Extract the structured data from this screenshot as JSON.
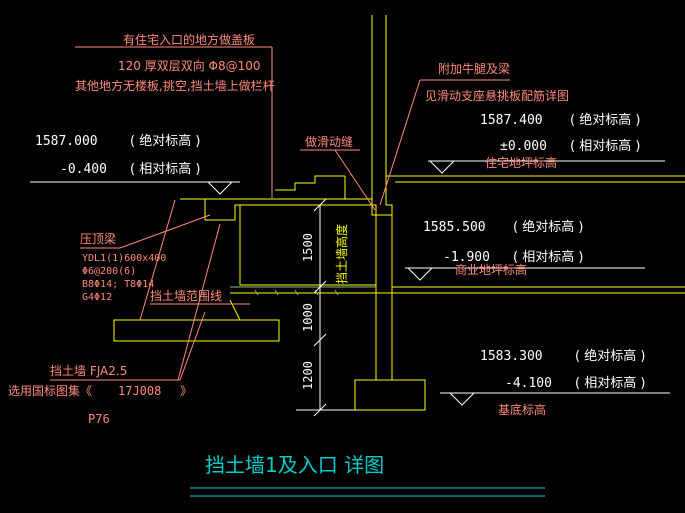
{
  "colors": {
    "background": "#000000",
    "annotation": "#ff8a7a",
    "structure": "#ffff00",
    "elevation_text": "#ffffff",
    "dimension": "#ffffff",
    "title": "#00cccc",
    "ground": "#7fbf7f",
    "wall_outline": "#ffffff"
  },
  "annotations": {
    "entrance_floor_note": "有住宅入口的地方做盖板",
    "slab_spec": "120  厚双层双向    Φ8@100",
    "other_note": "其他地方无楼板,挑空,挡土墙上做栏杆",
    "corbel_note_1": "附加牛腿及梁",
    "corbel_note_2": "见滑动支座悬挑板配筋详图",
    "sliding_joint": "做滑动缝",
    "crown_beam": "压顶梁",
    "beam_spec_1": "YDL1(1)600x400",
    "beam_spec_2": "Φ6@200(6)",
    "beam_spec_3": "B8Φ14; T8Φ14",
    "beam_spec_4": "G4Φ12",
    "wall_boundary": "挡土墙范围线",
    "wall_type": "挡土墙  FJA2.5",
    "atlas_ref_prefix": "选用国标图集《",
    "atlas_ref_code": "17J008",
    "atlas_ref_suffix": "》",
    "page_ref": "P76",
    "wall_height_label": "挡土墙高度"
  },
  "elevations": {
    "left": {
      "absolute": "1587.000",
      "abs_label": "( 绝对标高 )",
      "relative": "-0.400",
      "rel_label": "( 相对标高 )"
    },
    "residential": {
      "absolute": "1587.400",
      "abs_label": "( 绝对标高 )",
      "relative": "±0.000",
      "rel_label": "( 相对标高 )",
      "name": "住宅地坪标高"
    },
    "commercial": {
      "absolute": "1585.500",
      "abs_label": "( 绝对标高 )",
      "relative": "-1.900",
      "rel_label": "( 相对标高 )",
      "name": "商业地坪标高"
    },
    "foundation": {
      "absolute": "1583.300",
      "abs_label": "( 绝对标高 )",
      "relative": "-4.100",
      "rel_label": "( 相对标高 )",
      "name": "基底标高"
    }
  },
  "dimensions": [
    "1500",
    "1000",
    "1200"
  ],
  "title": "挡土墙1及入口  详图"
}
